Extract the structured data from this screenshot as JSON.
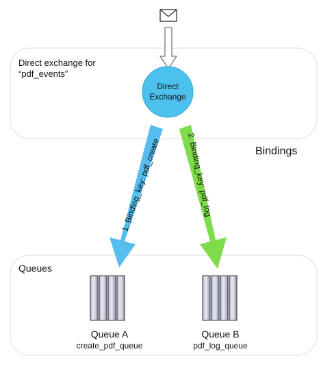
{
  "exchange_panel": {
    "label_line1": "Direct exchange for",
    "label_line2": "“pdf_events”"
  },
  "exchange_node": {
    "line1": "Direct",
    "line2": "Exchange",
    "color": "#4DC1EE"
  },
  "message_icon": "envelope-icon",
  "bindings_label": "Bindings",
  "bindings": [
    {
      "label": "1. Binding_key: pdf_create",
      "color": "#55BEEF"
    },
    {
      "label": "2. Binding_key: pdf_log",
      "color": "#7EDB4B"
    }
  ],
  "queues_panel": {
    "label": "Queues"
  },
  "queues": [
    {
      "name": "Queue A",
      "routing": "create_pdf_queue"
    },
    {
      "name": "Queue B",
      "routing": "pdf_log_queue"
    }
  ]
}
